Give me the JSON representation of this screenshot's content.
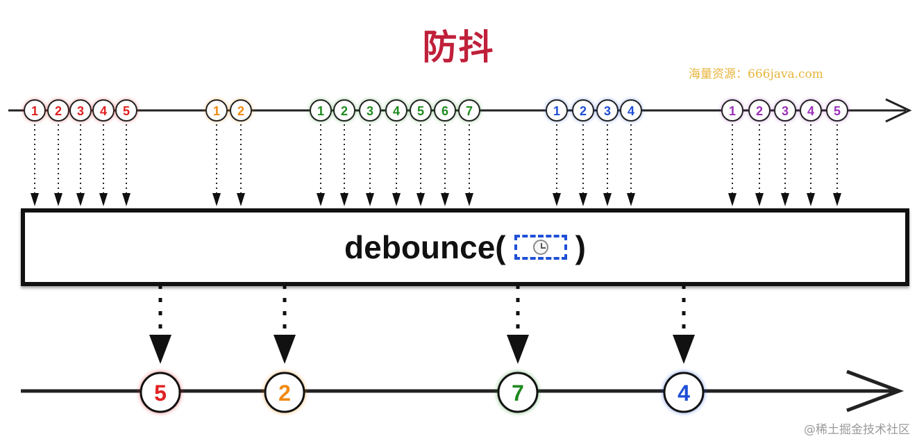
{
  "title": "防抖",
  "watermark": "海量资源：666java.com",
  "credit": "@稀土掘金技术社区",
  "operator": {
    "name": "debounce(",
    "close": ")",
    "timer_icon": "clock-icon"
  },
  "groups": [
    {
      "color": "#e02020",
      "items": [
        "1",
        "2",
        "3",
        "4",
        "5"
      ]
    },
    {
      "color": "#f08a10",
      "items": [
        "1",
        "2"
      ]
    },
    {
      "color": "#1e8a1e",
      "items": [
        "1",
        "2",
        "3",
        "4",
        "5",
        "6",
        "7"
      ]
    },
    {
      "color": "#1f4fd6",
      "items": [
        "1",
        "2",
        "3",
        "4"
      ]
    },
    {
      "color": "#9b30b8",
      "items": [
        "1",
        "2",
        "3",
        "4",
        "5"
      ]
    }
  ],
  "outputs": [
    {
      "label": "5",
      "color": "#e02020"
    },
    {
      "label": "2",
      "color": "#f08a10"
    },
    {
      "label": "7",
      "color": "#1e8a1e"
    },
    {
      "label": "4",
      "color": "#1f4fd6"
    }
  ]
}
